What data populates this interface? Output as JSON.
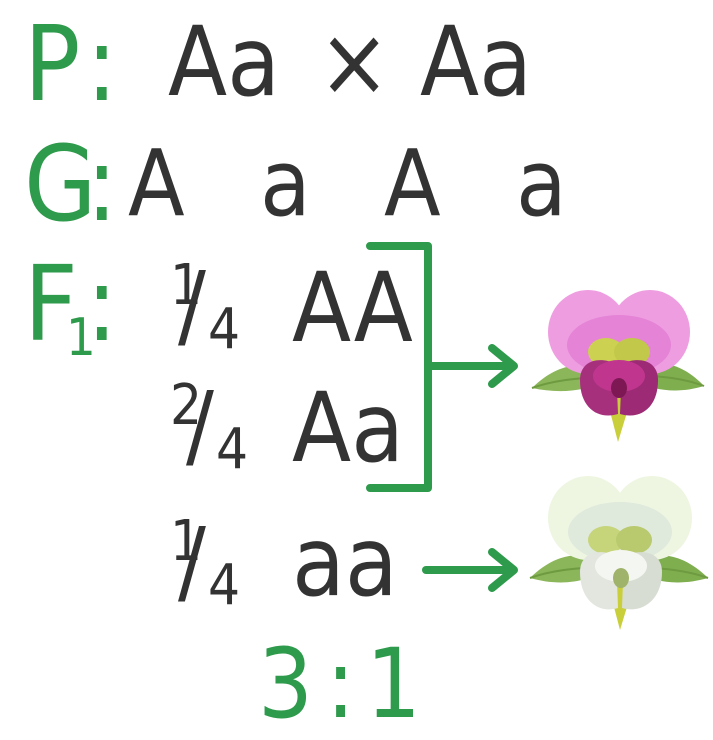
{
  "colors": {
    "label_green": "#2e9a4b",
    "text_dark": "#333333",
    "arrow_green": "#2e9a4b"
  },
  "rows": {
    "p": {
      "label": "P",
      "colon": ":",
      "parent1": "Aa",
      "cross": "×",
      "parent2": "Aa"
    },
    "g": {
      "label": "G",
      "colon": ":",
      "gametes": [
        "A",
        "a",
        "A",
        "a"
      ]
    },
    "f1": {
      "label": "F",
      "subscript": "1",
      "colon": ":",
      "offspring": [
        {
          "numerator": "1",
          "denominator": "4",
          "genotype": "AA"
        },
        {
          "numerator": "2",
          "denominator": "4",
          "genotype": "Aa"
        },
        {
          "numerator": "1",
          "denominator": "4",
          "genotype": "aa"
        }
      ]
    }
  },
  "ratio": {
    "left": "3",
    "colon": ":",
    "right": "1"
  },
  "flowers": [
    {
      "icon": "pink-flower-icon",
      "phenotype_color": "#e88fd6"
    },
    {
      "icon": "white-flower-icon",
      "phenotype_color": "#eef5e4"
    }
  ]
}
